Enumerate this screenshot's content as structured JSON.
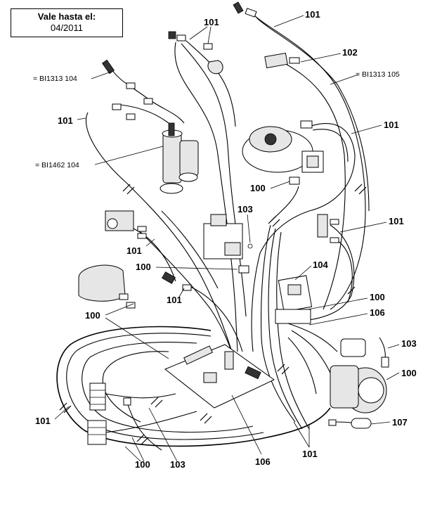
{
  "validity": {
    "label": "Vale hasta el:",
    "date": "04/2011"
  },
  "callouts": {
    "c101_top": "101",
    "c101_sensor": "101",
    "c102": "102",
    "ref_bi1313_105": "= BI1313 105",
    "ref_bi1313_104": "= BI1313 104",
    "c101_left": "101",
    "c101_fan": "101",
    "ref_bi1462_104": "= BI1462 104",
    "c100_fan": "100",
    "c103_valve": "103",
    "c101_right": "101",
    "c101_switch": "101",
    "c100_mid": "100",
    "c104": "104",
    "c101_mid": "101",
    "c100_board": "100",
    "c106_right": "106",
    "c100_left": "100",
    "c103_pump": "103",
    "c100_pump": "100",
    "c107": "107",
    "c101_bl": "101",
    "c101_bottom": "101",
    "c100_bottom": "100",
    "c103_bottom": "103",
    "c106_bottom": "106"
  }
}
